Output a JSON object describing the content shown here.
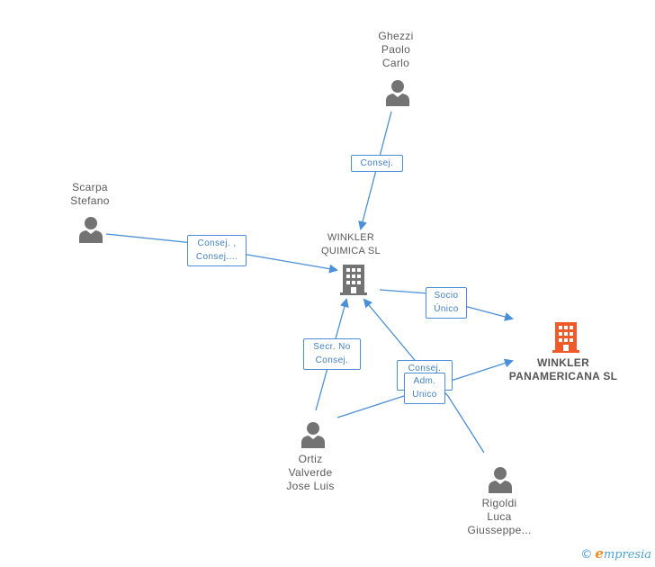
{
  "nodes": {
    "ghezzi": {
      "lines": [
        "Ghezzi",
        "Paolo",
        "Carlo"
      ],
      "type": "person"
    },
    "scarpa": {
      "lines": [
        "Scarpa",
        "Stefano"
      ],
      "type": "person"
    },
    "winkler_quimica": {
      "lines": [
        "WINKLER",
        "QUIMICA SL"
      ],
      "type": "company"
    },
    "winkler_panamericana": {
      "lines": [
        "WINKLER",
        "PANAMERICANA SL"
      ],
      "type": "company-highlight"
    },
    "ortiz": {
      "lines": [
        "Ortiz",
        "Valverde",
        "Jose Luis"
      ],
      "type": "person"
    },
    "rigoldi": {
      "lines": [
        "Rigoldi",
        "Luca",
        "Giusseppe..."
      ],
      "type": "person"
    }
  },
  "edges": {
    "ghezzi_quimica": {
      "lines": [
        "Consej."
      ]
    },
    "scarpa_quimica": {
      "lines": [
        "Consej. ,",
        "Consej...."
      ]
    },
    "quimica_panamericana": {
      "lines": [
        "Socio",
        "Único"
      ]
    },
    "ortiz_quimica": {
      "lines": [
        "Secr. No",
        "Consej."
      ]
    },
    "rigoldi_quimica": {
      "lines": [
        "Consej."
      ]
    },
    "ortiz_panamericana": {
      "lines": [
        "Adm.",
        "Unico"
      ]
    }
  },
  "colors": {
    "edge": "#4a8fd8",
    "person_icon": "#737373",
    "company_icon": "#737373",
    "highlight_icon": "#f05a28"
  },
  "footer": {
    "copyright": "©",
    "brand_initial": "e",
    "brand_rest": "mpresia"
  }
}
